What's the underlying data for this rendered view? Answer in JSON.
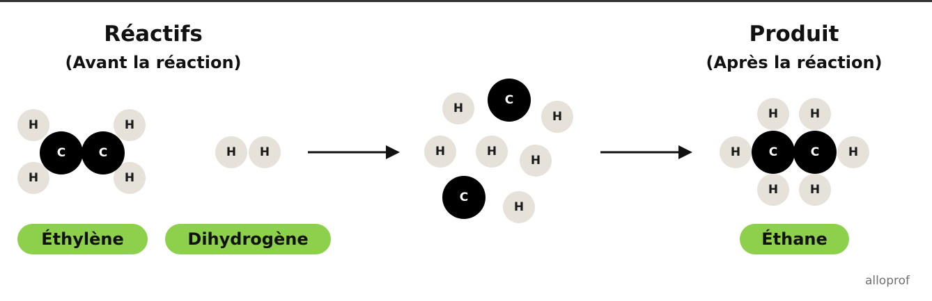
{
  "headings": {
    "reactants": {
      "title": "Réactifs",
      "subtitle": "(Avant la réaction)"
    },
    "product": {
      "title": "Produit",
      "subtitle": "(Après la réaction)"
    }
  },
  "atoms": {
    "h": "H",
    "c": "C"
  },
  "labels": {
    "ethylene": "Éthylène",
    "dihydrogen": "Dihydrogène",
    "ethane": "Éthane"
  },
  "logo": "alloprof",
  "colors": {
    "hydrogen": "#e6e2da",
    "carbon": "#000000",
    "label": "#8cd04c",
    "arrow": "#111111"
  }
}
